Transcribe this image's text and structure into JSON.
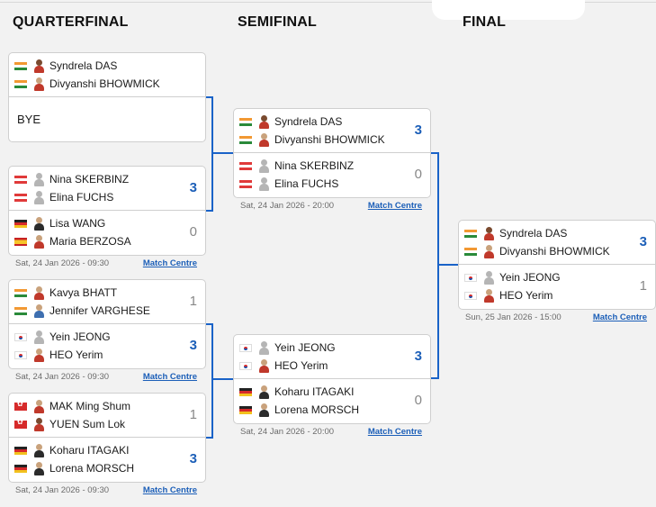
{
  "rounds": {
    "quarterfinal": "QUARTERFINAL",
    "semifinal": "SEMIFINAL",
    "final": "FINAL"
  },
  "link_label": "Match Centre",
  "bye_label": "BYE",
  "qf1": {
    "team1": {
      "player1": "Syndrela DAS",
      "player2": "Divyanshi BHOWMICK",
      "flag": "india-flag-icon"
    }
  },
  "qf2": {
    "team1": {
      "player1": "Nina SKERBINZ",
      "player2": "Elina FUCHS",
      "score": "3",
      "flag": "austria-flag-icon"
    },
    "team2": {
      "player1": "Lisa WANG",
      "player2": "Maria BERZOSA",
      "score": "0",
      "flags": [
        "germany-flag-icon",
        "spain-flag-icon"
      ]
    },
    "date": "Sat, 24 Jan 2026 - 09:30"
  },
  "qf3": {
    "team1": {
      "player1": "Kavya BHATT",
      "player2": "Jennifer VARGHESE",
      "score": "1",
      "flag": "india-flag-icon"
    },
    "team2": {
      "player1": "Yein JEONG",
      "player2": "HEO Yerim",
      "score": "3",
      "flag": "korea-flag-icon"
    },
    "date": "Sat, 24 Jan 2026 - 09:30"
  },
  "qf4": {
    "team1": {
      "player1": "MAK Ming Shum",
      "player2": "YUEN Sum Lok",
      "score": "1",
      "flag": "hong-kong-flag-icon"
    },
    "team2": {
      "player1": "Koharu ITAGAKI",
      "player2": "Lorena MORSCH",
      "score": "3",
      "flag": "germany-flag-icon"
    },
    "date": "Sat, 24 Jan 2026 - 09:30"
  },
  "sf1": {
    "team1": {
      "player1": "Syndrela DAS",
      "player2": "Divyanshi BHOWMICK",
      "score": "3",
      "flag": "india-flag-icon"
    },
    "team2": {
      "player1": "Nina SKERBINZ",
      "player2": "Elina FUCHS",
      "score": "0",
      "flag": "austria-flag-icon"
    },
    "date": "Sat, 24 Jan 2026 - 20:00"
  },
  "sf2": {
    "team1": {
      "player1": "Yein JEONG",
      "player2": "HEO Yerim",
      "score": "3",
      "flag": "korea-flag-icon"
    },
    "team2": {
      "player1": "Koharu ITAGAKI",
      "player2": "Lorena MORSCH",
      "score": "0",
      "flag": "germany-flag-icon"
    },
    "date": "Sat, 24 Jan 2026 - 20:00"
  },
  "final": {
    "team1": {
      "player1": "Syndrela DAS",
      "player2": "Divyanshi BHOWMICK",
      "score": "3",
      "flag": "india-flag-icon"
    },
    "team2": {
      "player1": "Yein JEONG",
      "player2": "HEO Yerim",
      "score": "1",
      "flag": "korea-flag-icon"
    },
    "date": "Sun, 25 Jan 2026 - 15:00"
  },
  "colors": {
    "accent": "#1a63c8",
    "winner_score": "#1c5fb8",
    "loser_score": "#888888",
    "background": "#f2f2f2"
  }
}
